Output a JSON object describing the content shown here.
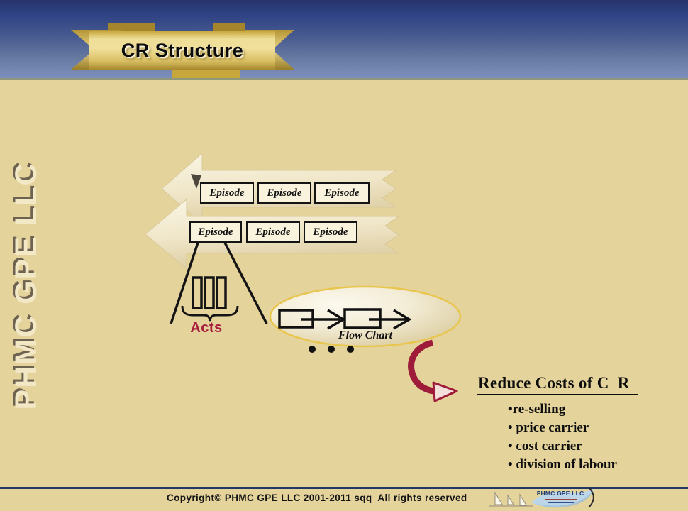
{
  "header": {
    "title": "CR Structure"
  },
  "watermark": {
    "text": "PHMC GPE LLC"
  },
  "diagram": {
    "episodes": [
      "Episode",
      "Episode",
      "Episode",
      "Episode",
      "Episode",
      "Episode"
    ],
    "acts_label": "Acts",
    "flow_chart_label": "Flow Chart"
  },
  "callout": {
    "title": "Reduce Costs of C  R ",
    "bullets": [
      "•re-selling",
      "• price carrier",
      "• cost carrier",
      "• division of labour"
    ]
  },
  "footer": {
    "copyright": "Copyright© PHMC GPE LLC 2001-2011 sqq  All rights reserved"
  },
  "logo": {
    "text": "PHMC GPE LLC"
  },
  "colors": {
    "background": "#e5d39c",
    "header_top": "#27336b",
    "header_bottom": "#7d90bc",
    "ribbon_gold": "#e9d683",
    "episode_box_fill": "#f9f3dd",
    "accent_crimson": "#9e1b3a",
    "ellipse_border": "#e8c64e",
    "footer_line": "#203864"
  }
}
